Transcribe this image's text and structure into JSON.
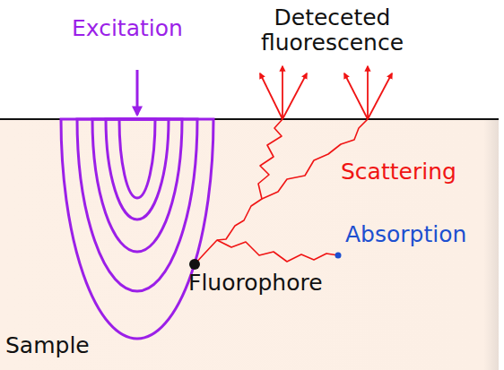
{
  "diagram": {
    "labels": [
      "Excitation",
      "Deteceted fluorescence",
      "Scattering",
      "Absorption",
      "Fluorophore",
      "Sample"
    ]
  }
}
